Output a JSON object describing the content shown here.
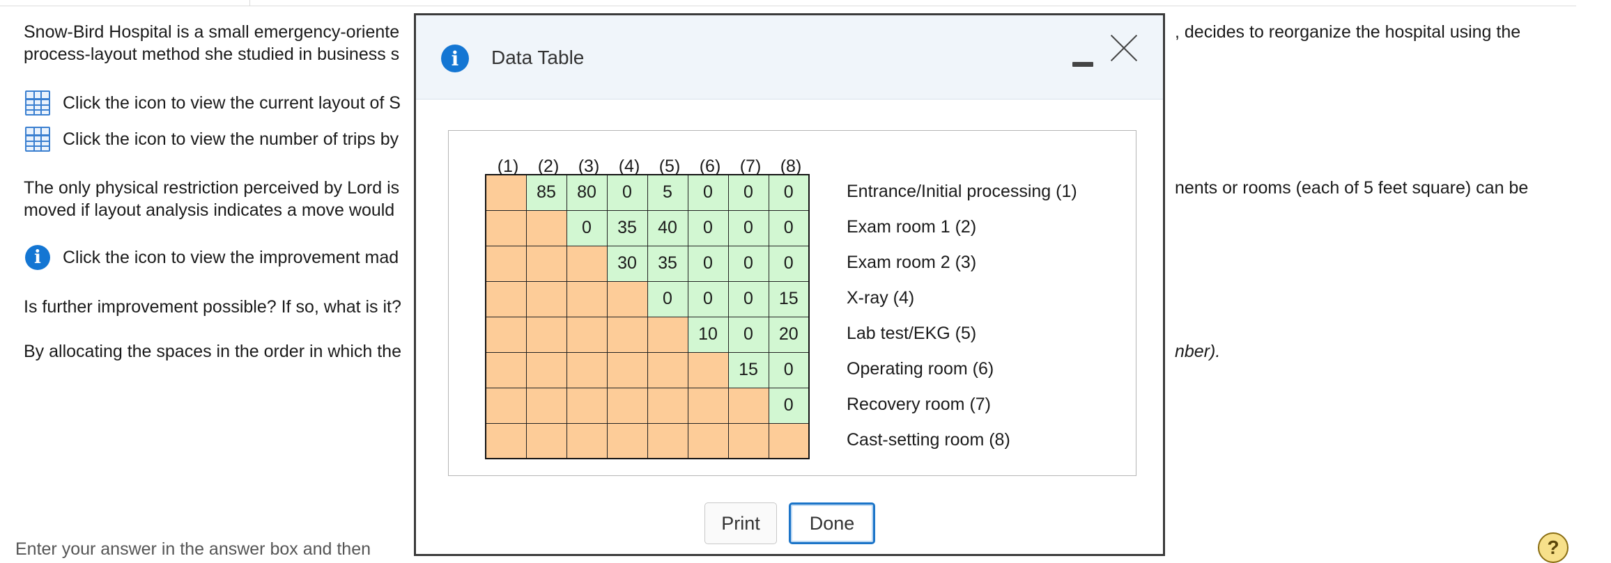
{
  "background": {
    "intro_line1_left": "Snow-Bird Hospital is a small emergency-oriente",
    "intro_line1_right": ", decides to reorganize the hospital using the",
    "intro_line2_left": "process-layout method she studied in business s",
    "link_layout": "Click the icon to view the current layout of S",
    "link_trips": "Click the icon to view the number of trips by",
    "restriction_line1_left": "The only physical restriction perceived by Lord is",
    "restriction_line1_right": "nents or rooms (each of 5 feet square) can be",
    "restriction_line2_left": "moved if layout analysis indicates a move would",
    "link_improvement": "Click the icon to view the improvement mad",
    "question": "Is further improvement possible? If so, what is it?",
    "allocating_left": "By allocating the spaces in the order in which the",
    "allocating_right": "nber).",
    "enter_answer": "Enter your answer in the answer box and then"
  },
  "modal": {
    "title": "Data Table",
    "column_headers": [
      "(1)",
      "(2)",
      "(3)",
      "(4)",
      "(5)",
      "(6)",
      "(7)",
      "(8)"
    ],
    "matrix": [
      [
        "",
        "85",
        "80",
        "0",
        "5",
        "0",
        "0",
        "0"
      ],
      [
        "",
        "",
        "0",
        "35",
        "40",
        "0",
        "0",
        "0"
      ],
      [
        "",
        "",
        "",
        "30",
        "35",
        "0",
        "0",
        "0"
      ],
      [
        "",
        "",
        "",
        "",
        "0",
        "0",
        "0",
        "15"
      ],
      [
        "",
        "",
        "",
        "",
        "",
        "10",
        "0",
        "20"
      ],
      [
        "",
        "",
        "",
        "",
        "",
        "",
        "15",
        "0"
      ],
      [
        "",
        "",
        "",
        "",
        "",
        "",
        "",
        "0"
      ],
      [
        "",
        "",
        "",
        "",
        "",
        "",
        "",
        ""
      ]
    ],
    "row_labels": [
      "Entrance/Initial processing (1)",
      "Exam room 1 (2)",
      "Exam room 2 (3)",
      "X-ray (4)",
      "Lab test/EKG (5)",
      "Operating room (6)",
      "Recovery room (7)",
      "Cast-setting room (8)"
    ],
    "print_label": "Print",
    "done_label": "Done"
  },
  "help_glyph": "?",
  "icons": {
    "table": "table-grid-icon",
    "info": "info-icon",
    "help": "help-icon"
  },
  "colors": {
    "accent": "#1476d3",
    "diagonal_cell": "#fdcc98",
    "value_cell": "#d2f7d2"
  }
}
